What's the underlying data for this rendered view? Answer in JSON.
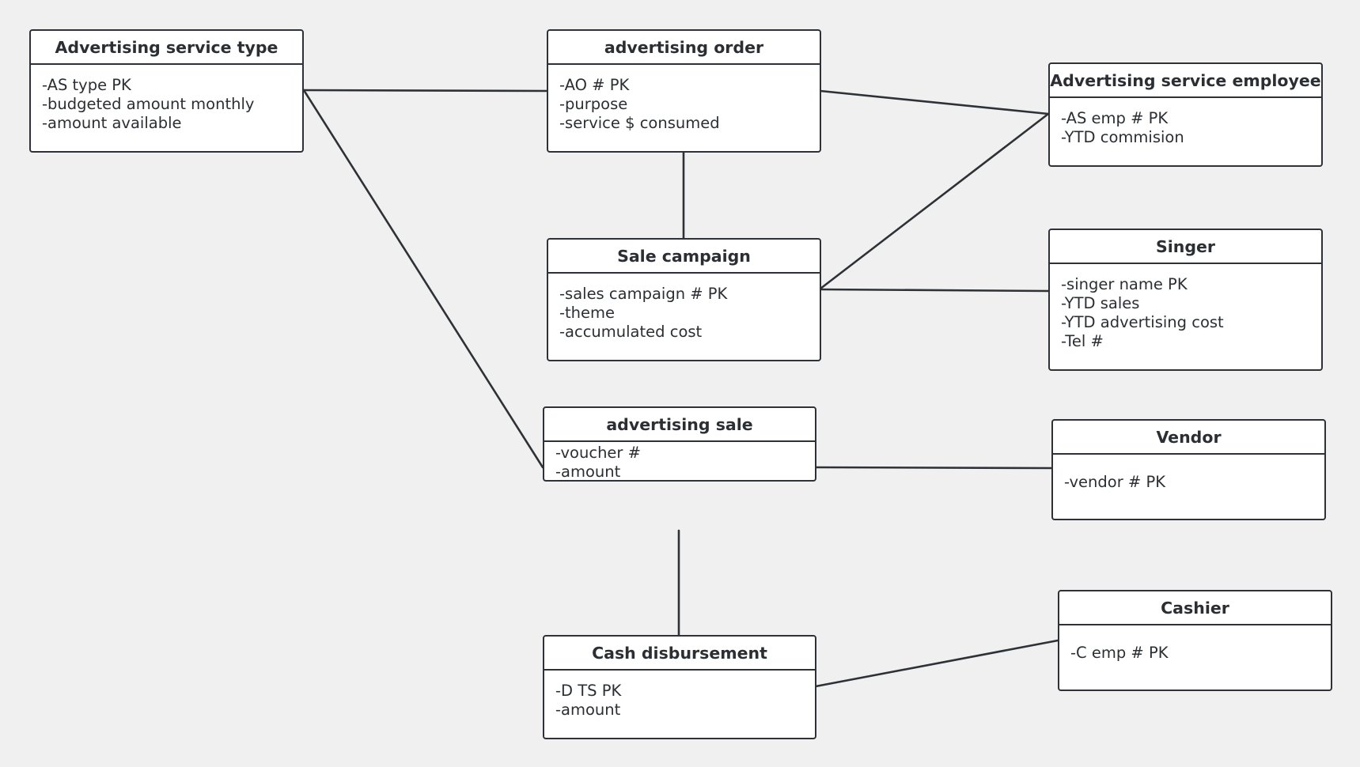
{
  "diagram": {
    "entities": [
      {
        "id": "advertising-service-type",
        "title": "Advertising service type",
        "attributes": [
          "-AS type PK",
          "-budgeted amount monthly",
          "-amount available"
        ]
      },
      {
        "id": "advertising-order",
        "title": "advertising order",
        "attributes": [
          "-AO # PK",
          "-purpose",
          "-service $ consumed"
        ]
      },
      {
        "id": "advertising-service-employee",
        "title": "Advertising service employee",
        "attributes": [
          "-AS emp # PK",
          "-YTD commision"
        ]
      },
      {
        "id": "sale-campaign",
        "title": "Sale campaign",
        "attributes": [
          "-sales campaign # PK",
          "-theme",
          "-accumulated cost"
        ]
      },
      {
        "id": "singer",
        "title": "Singer",
        "attributes": [
          "-singer name PK",
          "-YTD sales",
          "-YTD advertising cost",
          "-Tel #"
        ]
      },
      {
        "id": "advertising-sale",
        "title": "advertising sale",
        "attributes": [
          "-voucher #",
          "-amount"
        ]
      },
      {
        "id": "vendor",
        "title": "Vendor",
        "attributes": [
          "-vendor # PK"
        ]
      },
      {
        "id": "cash-disbursement",
        "title": "Cash disbursement",
        "attributes": [
          "-D TS PK",
          "-amount"
        ]
      },
      {
        "id": "cashier",
        "title": "Cashier",
        "attributes": [
          "-C emp # PK"
        ]
      }
    ],
    "relationships": [
      {
        "from": "advertising-service-type",
        "to": "advertising-order"
      },
      {
        "from": "advertising-service-type",
        "to": "advertising-sale"
      },
      {
        "from": "advertising-order",
        "to": "advertising-service-employee"
      },
      {
        "from": "advertising-order",
        "to": "sale-campaign"
      },
      {
        "from": "sale-campaign",
        "to": "advertising-service-employee"
      },
      {
        "from": "sale-campaign",
        "to": "singer"
      },
      {
        "from": "advertising-sale",
        "to": "vendor"
      },
      {
        "from": "advertising-sale",
        "to": "cash-disbursement"
      },
      {
        "from": "cash-disbursement",
        "to": "cashier"
      }
    ],
    "colors": {
      "background": "#f0f0f0",
      "stroke": "#2e3236",
      "entity_fill": "#ffffff",
      "text": "#2b2f33"
    }
  }
}
